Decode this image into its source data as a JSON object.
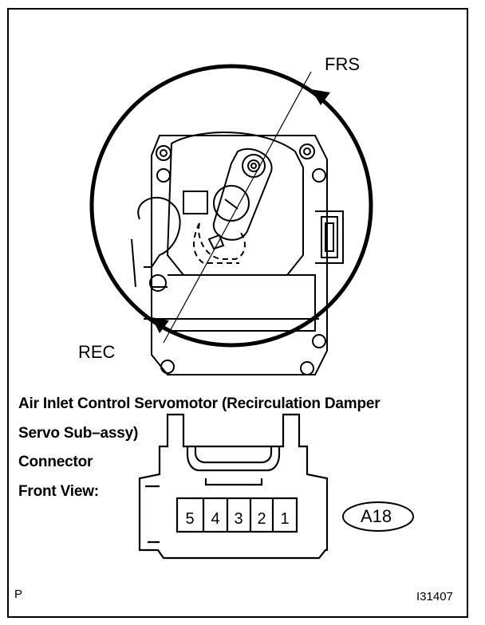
{
  "labels": {
    "frs": "FRS",
    "rec": "REC",
    "caption_line1": "Air Inlet Control Servomotor (Recirculation Damper",
    "caption_line2": "Servo Sub–assy)",
    "connector": "Connector",
    "front_view": "Front View:",
    "connector_code": "A18",
    "corner_letter": "P",
    "figure_id": "I31407"
  },
  "pins": [
    "5",
    "4",
    "3",
    "2",
    "1"
  ]
}
